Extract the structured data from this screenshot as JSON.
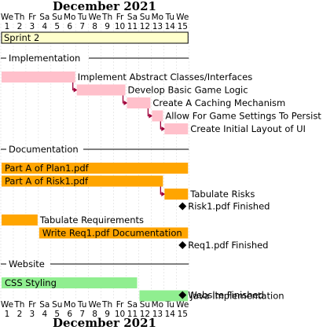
{
  "chart_data": {
    "type": "gantt",
    "month_label": "December 2021",
    "days": [
      {
        "dow": "We",
        "num": "1"
      },
      {
        "dow": "Th",
        "num": "2"
      },
      {
        "dow": "Fr",
        "num": "3"
      },
      {
        "dow": "Sa",
        "num": "4"
      },
      {
        "dow": "Su",
        "num": "5"
      },
      {
        "dow": "Mo",
        "num": "6"
      },
      {
        "dow": "Tu",
        "num": "7"
      },
      {
        "dow": "We",
        "num": "8"
      },
      {
        "dow": "Th",
        "num": "9"
      },
      {
        "dow": "Fr",
        "num": "10"
      },
      {
        "dow": "Sa",
        "num": "11"
      },
      {
        "dow": "Su",
        "num": "12"
      },
      {
        "dow": "Mo",
        "num": "13"
      },
      {
        "dow": "Tu",
        "num": "14"
      },
      {
        "dow": "We",
        "num": "15"
      }
    ],
    "sprint": {
      "label": "Sprint 2",
      "start": 1,
      "end": 15
    },
    "rows": [
      {
        "kind": "section",
        "label": "Implementation"
      },
      {
        "kind": "task",
        "label": "Implement Abstract Classes/Interfaces",
        "start": 1,
        "end": 6,
        "color": "#ffc0cb",
        "label_pos": "right"
      },
      {
        "kind": "task",
        "label": "Develop Basic Game Logic",
        "start": 7,
        "end": 10,
        "color": "#ffc0cb",
        "label_pos": "right",
        "dep": 1
      },
      {
        "kind": "task",
        "label": "Create A Caching Mechanism",
        "start": 11,
        "end": 12,
        "color": "#ffc0cb",
        "label_pos": "right",
        "dep": 2
      },
      {
        "kind": "task",
        "label": "Allow For Game Settings To Persist",
        "start": 13,
        "end": 13,
        "color": "#ffc0cb",
        "label_pos": "right",
        "dep": 3
      },
      {
        "kind": "task",
        "label": "Create Initial Layout of UI",
        "start": 14,
        "end": 15,
        "color": "#ffc0cb",
        "label_pos": "right",
        "dep": 4
      },
      {
        "kind": "section",
        "label": "Documentation"
      },
      {
        "kind": "task",
        "label": "Part A of Plan1.pdf",
        "start": 1,
        "end": 15,
        "color": "#ffa500",
        "label_pos": "inside"
      },
      {
        "kind": "task",
        "label": "Part A of Risk1.pdf",
        "start": 1,
        "end": 13,
        "color": "#ffa500",
        "label_pos": "inside"
      },
      {
        "kind": "task",
        "label": "Tabulate Risks",
        "start": 14,
        "end": 15,
        "color": "#ffa500",
        "label_pos": "right",
        "dep": 8
      },
      {
        "kind": "milestone",
        "label": "Risk1.pdf Finished",
        "day": 15
      },
      {
        "kind": "task",
        "label": "Tabulate Requirements",
        "start": 1,
        "end": 3,
        "color": "#ffa500",
        "label_pos": "right"
      },
      {
        "kind": "task",
        "label": "Write Req1.pdf Documentation",
        "start": 4,
        "end": 15,
        "color": "#ffa500",
        "label_pos": "inside"
      },
      {
        "kind": "milestone",
        "label": "Req1.pdf Finished",
        "day": 15
      },
      {
        "kind": "section",
        "label": "Website"
      },
      {
        "kind": "task",
        "label": "CSS Styling",
        "start": 1,
        "end": 11,
        "color": "#90ee90",
        "label_pos": "inside",
        "split_end": true
      },
      {
        "kind": "task",
        "label": "Java Implementation",
        "start": 12,
        "end": 15,
        "color": "#90ee90",
        "label_pos": "right",
        "overlay": true
      },
      {
        "kind": "milestone",
        "label": "Website Finished",
        "day": 15
      }
    ]
  }
}
